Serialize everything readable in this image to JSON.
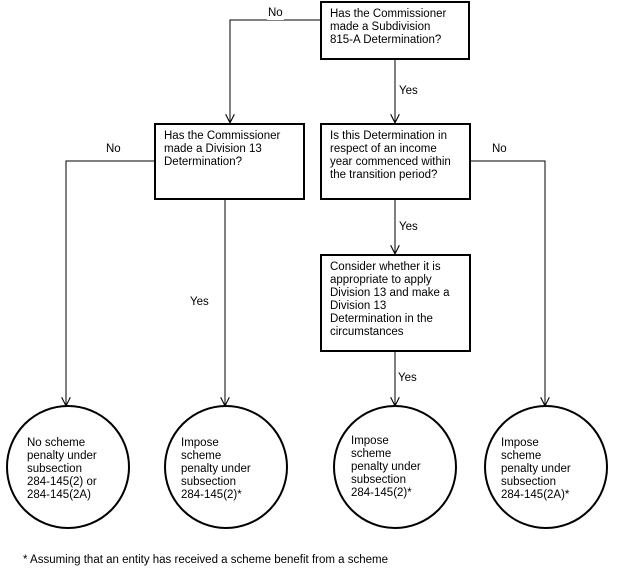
{
  "nodes": {
    "q_815a": "Has the Commissioner\nmade a Subdivision\n815-A Determination?",
    "q_div13": "Has the Commissioner\nmade a Division 13\nDetermination?",
    "q_transition": "Is this Determination in\nrespect of an income\nyear commenced within\nthe transition period?",
    "consider": "Consider whether it is\nappropriate to apply\nDivision 13 and make a\nDivision 13\nDetermination in the\ncircumstances"
  },
  "outcomes": {
    "no_penalty": "No scheme\npenalty under\nsubsection\n284-145(2) or\n284-145(2A)",
    "impose_2_left": "Impose\nscheme\npenalty under\nsubsection\n284-145(2)*",
    "impose_2_right": "Impose\nscheme\npenalty under\nsubsection\n284-145(2)*",
    "impose_2a": "Impose\nscheme\npenalty under\nsubsection\n284-145(2A)*"
  },
  "edges": {
    "no": "No",
    "yes": "Yes"
  },
  "footnote": "* Assuming that an entity has received a scheme benefit from a scheme"
}
